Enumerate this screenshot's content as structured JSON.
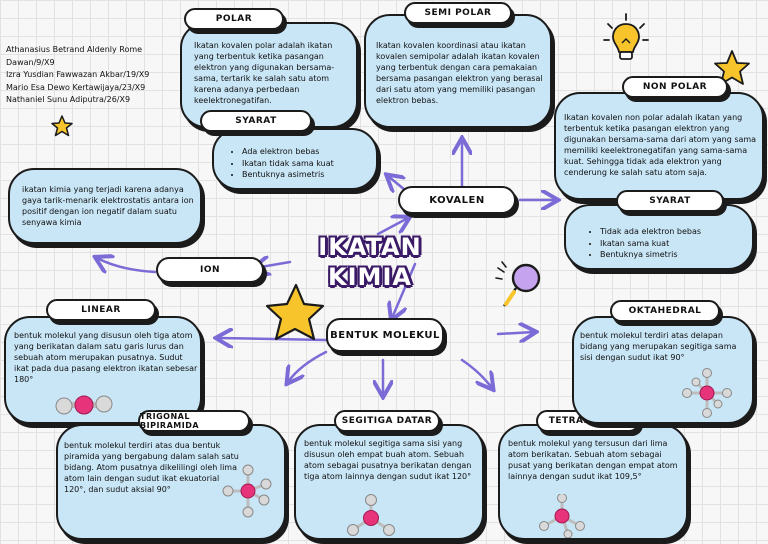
{
  "title": "IKATAN KIMIA",
  "authors": [
    "Athanasius Betrand Aldenly Rome",
    "Dawan/9/X9",
    "Izra Yusdian Fawwazan Akbar/19/X9",
    "Mario Esa Dewo Kertawijaya/23/X9",
    "Nathaniel Sunu Adiputra/26/X9"
  ],
  "nodes": {
    "polar": {
      "label": "POLAR",
      "text": "Ikatan kovalen polar adalah ikatan yang terbentuk ketika pasangan elektron yang digunakan bersama-sama, tertarik ke salah satu atom karena adanya perbedaan keelektronegatifan."
    },
    "polar_syarat": {
      "label": "SYARAT",
      "items": [
        "Ada elektron bebas",
        "Ikatan tidak sama kuat",
        "Bentuknya asimetris"
      ]
    },
    "semi_polar": {
      "label": "SEMI POLAR",
      "text": "Ikatan kovalen koordinasi atau ikatan kovalen semipolar adalah ikatan kovalen yang terbentuk dengan cara pemakaian bersama pasangan elektron yang berasal dari satu atom yang memiliki pasangan elektron bebas."
    },
    "non_polar": {
      "label": "NON POLAR",
      "text": "Ikatan kovalen non polar adalah ikatan yang terbentuk ketika pasangan elektron yang digunakan bersama-sama dari atom yang sama memiliki keelektronegatifan yang sama-sama kuat. Sehingga tidak ada elektron yang cenderung ke salah satu atom saja."
    },
    "non_polar_syarat": {
      "label": "SYARAT",
      "items": [
        "Tidak ada elektron bebas",
        "Ikatan sama kuat",
        "Bentuknya simetris"
      ]
    },
    "kovalen": {
      "label": "KOVALEN"
    },
    "ion": {
      "label": "ION",
      "text": "ikatan kimia yang terjadi karena adanya gaya tarik-menarik elektrostatis antara ion positif dengan ion negatif dalam suatu senyawa kimia"
    },
    "bentuk_molekul": {
      "label": "BENTUK MOLEKUL"
    },
    "linear": {
      "label": "LINEAR",
      "text": "bentuk molekul yang disusun oleh tiga atom yang berikatan dalam satu garis lurus dan sebuah atom merupakan pusatnya. Sudut ikat pada dua pasang elektron ikatan sebesar 180°"
    },
    "trigonal": {
      "label": "TRIGONAL BIPIRAMIDA",
      "text": "bentuk molekul terdiri atas dua bentuk piramida yang bergabung dalam salah satu bidang. Atom pusatnya dikelilingi oleh lima atom lain dengan sudut ikat ekuatorial 120°, dan sudut aksial 90°"
    },
    "segitiga": {
      "label": "SEGITIGA DATAR",
      "text": "bentuk molekul segitiga sama sisi yang disusun oleh empat buah atom. Sebuah atom sebagai pusatnya berikatan dengan tiga atom lainnya dengan sudut ikat 120°"
    },
    "tetrahedral": {
      "label": "TETRAHEDRAL",
      "text": "bentuk molekul yang tersusun dari lima atom berikatan. Sebuah atom sebagai pusat yang berikatan dengan empat atom lainnya dengan sudut ikat 109,5°"
    },
    "oktahedral": {
      "label": "OKTAHEDRAL",
      "text": "bentuk molekul terdiri atas delapan bidang yang merupakan segitiga sama sisi dengan sudut ikat 90°"
    }
  },
  "colors": {
    "bubble": "#c9e6f7",
    "outline": "#1b1b1b",
    "arrow": "#7b6bd6",
    "title_outline": "#3a1a66",
    "atom_center": "#e6337a",
    "atom_outer": "#d9d9d9"
  }
}
